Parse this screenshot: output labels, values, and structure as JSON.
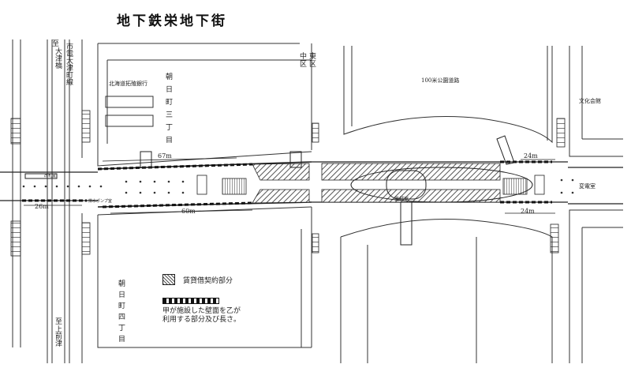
{
  "title": "地下鉄栄地下街",
  "labels": {
    "shi": "至",
    "otsubashi": "大津橋",
    "shiden": "市電大津町線",
    "ginko": "北海道拓殖銀行",
    "chuku": "中区",
    "higashiku": "東区",
    "koen": "100米公園道路",
    "bunka": "文化会館",
    "henden": "変電室",
    "kikai": "機械室",
    "pump": "排水ポンプ室",
    "kaisatsu": "改札室",
    "lower_shi": "至",
    "kamimaezu": "上前津",
    "block_nw": [
      "朝",
      "日",
      "町",
      "三",
      "丁",
      "目"
    ],
    "block_sw": [
      "朝",
      "日",
      "町",
      "四",
      "丁",
      "目"
    ]
  },
  "dimensions": {
    "d67": "67m",
    "d26": "26m",
    "d60": "60m",
    "d24a": "24m",
    "d24b": "24m"
  },
  "legend": {
    "lease": "賃貸借契約部分",
    "wall_line1": "甲が施設した壁面を乙が",
    "wall_line2": "利用する部分及び長さ。"
  }
}
